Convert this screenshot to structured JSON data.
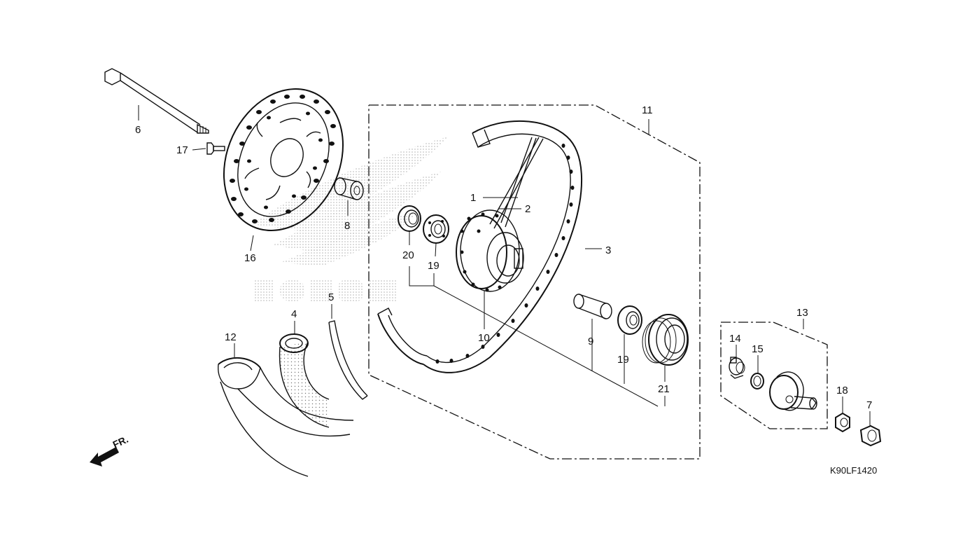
{
  "diagram_code": "K90LF1420",
  "direction_label": "FR.",
  "parts": [
    {
      "label": "1"
    },
    {
      "label": "2"
    },
    {
      "label": "3"
    },
    {
      "label": "4"
    },
    {
      "label": "5"
    },
    {
      "label": "6"
    },
    {
      "label": "7"
    },
    {
      "label": "8"
    },
    {
      "label": "9"
    },
    {
      "label": "10"
    },
    {
      "label": "11"
    },
    {
      "label": "12"
    },
    {
      "label": "13"
    },
    {
      "label": "14"
    },
    {
      "label": "15"
    },
    {
      "label": "16"
    },
    {
      "label": "17"
    },
    {
      "label": "18"
    },
    {
      "label": "19"
    },
    {
      "label": "19"
    },
    {
      "label": "20"
    },
    {
      "label": "21"
    }
  ],
  "icons": {
    "front_arrow": "arrow-icon",
    "watermark": "honda-wing-logo"
  },
  "colors": {
    "line": "#111111",
    "background": "#ffffff",
    "watermark": "#bdbdbd"
  }
}
